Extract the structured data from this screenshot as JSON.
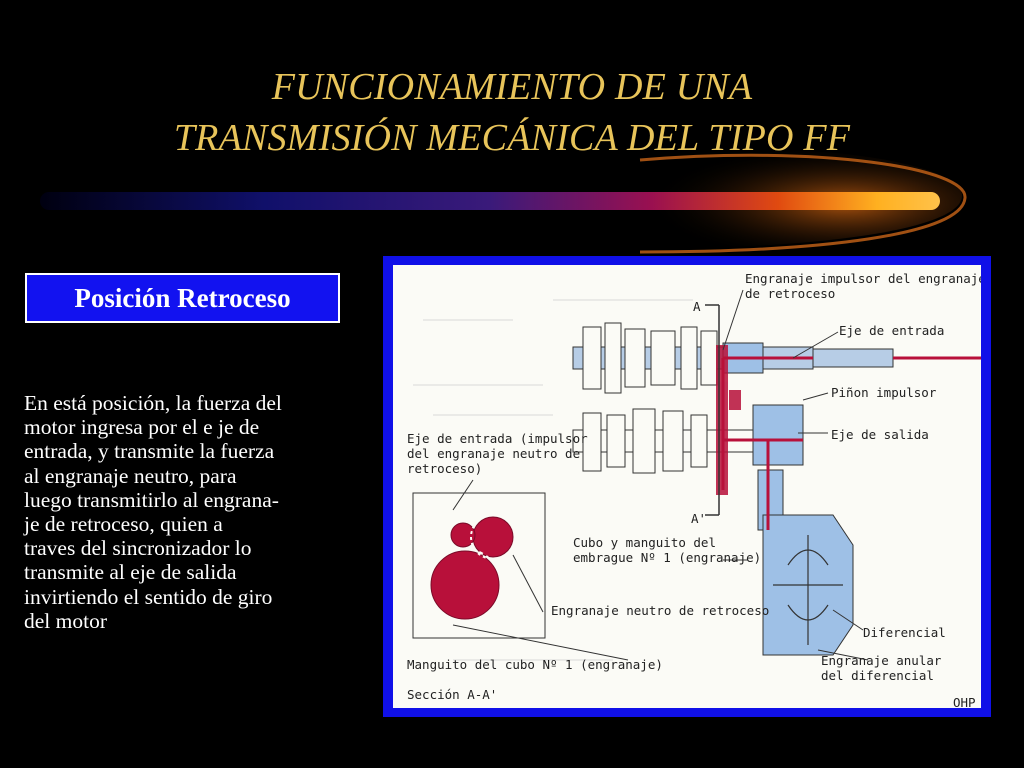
{
  "slide": {
    "title_line1": "FUNCIONAMIENTO DE UNA",
    "title_line2": "TRANSMISIÓN MECÁNICA DEL TIPO FF",
    "badge": "Posición Retroceso",
    "body_lines": [
      "En está posición, la fuerza del",
      "motor   ingresa por  el e je de",
      "entrada, y transmite la  fuerza",
      "al  engranaje  neutro,  para",
      "luego transmitirlo al engrana-",
      "je de    retroceso,  quien  a",
      "traves  del sincronizador  lo",
      "transmite  al  eje  de  salida",
      "invirtiendo el sentido de  giro",
      "del motor"
    ]
  },
  "diagram": {
    "labels": {
      "a_top": "A",
      "a_bottom": "A'",
      "idler_drive_1": "Engranaje impulsor del engranaje neutro",
      "idler_drive_2": "de retroceso",
      "input_shaft": "Eje de entrada",
      "drive_pinion": "Piñon impulsor",
      "output_shaft": "Eje de salida",
      "input_impulsor_1": "Eje de entrada (impulsor",
      "input_impulsor_2": "del engranaje neutro de",
      "input_impulsor_3": "retroceso)",
      "hub_sleeve_1": "Cubo y manguito del",
      "hub_sleeve_2": "embrague Nº 1 (engranaje)",
      "idler_gear": "Engranaje neutro de retroceso",
      "differential": "Diferencial",
      "ring_gear_1": "Engranaje anular",
      "ring_gear_2": "del diferencial",
      "hub_sleeve_gear": "Manguito del cubo Nº 1 (engranaje)",
      "section": "Sección A-A'",
      "corner_code": "OHP"
    },
    "colors": {
      "frame": "#1010e8",
      "power_path": "#b8103a",
      "shaft_fill": "#9ec0e6",
      "line": "#333333"
    }
  }
}
